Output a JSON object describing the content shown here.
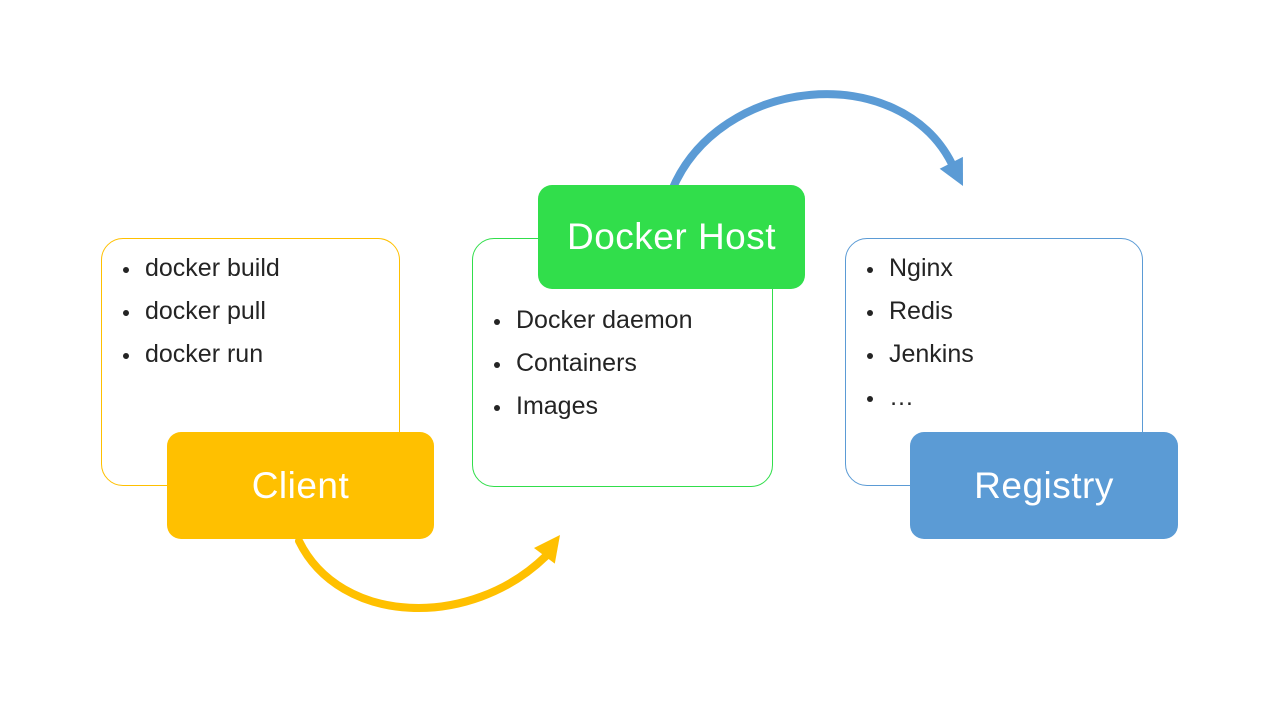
{
  "page": {
    "background": "#FFFFFF",
    "text_color": "#242424",
    "label_text_color": "#FFFFFF"
  },
  "diagram": {
    "nodes": [
      {
        "id": "client",
        "label": "Client",
        "color": "#FFC000",
        "items": [
          "docker build",
          "docker pull",
          "docker run"
        ]
      },
      {
        "id": "docker_host",
        "label": "Docker Host",
        "color": "#31DE4B",
        "items": [
          "Docker daemon",
          "Containers",
          "Images"
        ]
      },
      {
        "id": "registry",
        "label": "Registry",
        "color": "#5B9BD5",
        "items": [
          "Nginx",
          "Redis",
          "Jenkins",
          "…"
        ]
      }
    ],
    "arrows": [
      {
        "id": "client_to_docker_host",
        "from": "Client",
        "to": "Docker Host",
        "color": "#FFC000"
      },
      {
        "id": "docker_host_to_registry",
        "from": "Docker Host",
        "to": "Registry",
        "color": "#5B9BD5"
      }
    ]
  }
}
